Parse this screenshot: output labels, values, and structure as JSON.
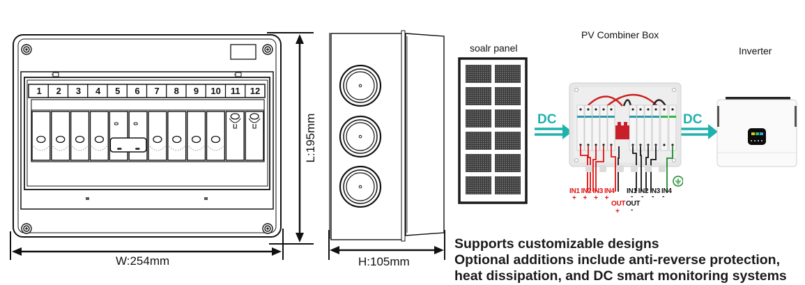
{
  "front_view": {
    "slot_numbers": [
      "1",
      "2",
      "3",
      "4",
      "5",
      "6",
      "7",
      "8",
      "9",
      "10",
      "11",
      "12"
    ],
    "width_label": "W:254mm",
    "height_label": "L:195mm"
  },
  "side_view": {
    "height_label": "L:195mm",
    "depth_label": "H:105mm"
  },
  "flow": {
    "solar_panel_label": "soalr panel",
    "combiner_label": "PV Combiner Box",
    "inverter_label": "Inverter",
    "arrow1_label": "DC",
    "arrow2_label": "DC",
    "accent_color": "#1fb1ae",
    "positive_color": "#e01010",
    "ground_color": "#1a8a2a",
    "inputs_positive": [
      {
        "name": "IN1",
        "sign": "+"
      },
      {
        "name": "IN2",
        "sign": "+"
      },
      {
        "name": "IN3",
        "sign": "+"
      },
      {
        "name": "IN4",
        "sign": "+"
      }
    ],
    "inputs_negative": [
      {
        "name": "IN1",
        "sign": "-"
      },
      {
        "name": "IN2",
        "sign": "-"
      },
      {
        "name": "IN3",
        "sign": "-"
      },
      {
        "name": "IN4",
        "sign": "-"
      }
    ],
    "output_positive": {
      "name": "OUT",
      "sign": "+"
    },
    "output_negative": {
      "name": "OUT",
      "sign": "-"
    },
    "ground_icon": "ground-icon"
  },
  "description": {
    "line1": "Supports customizable designs",
    "line2": "Optional additions include anti-reverse protection,",
    "line3": "heat dissipation, and DC smart monitoring systems"
  }
}
